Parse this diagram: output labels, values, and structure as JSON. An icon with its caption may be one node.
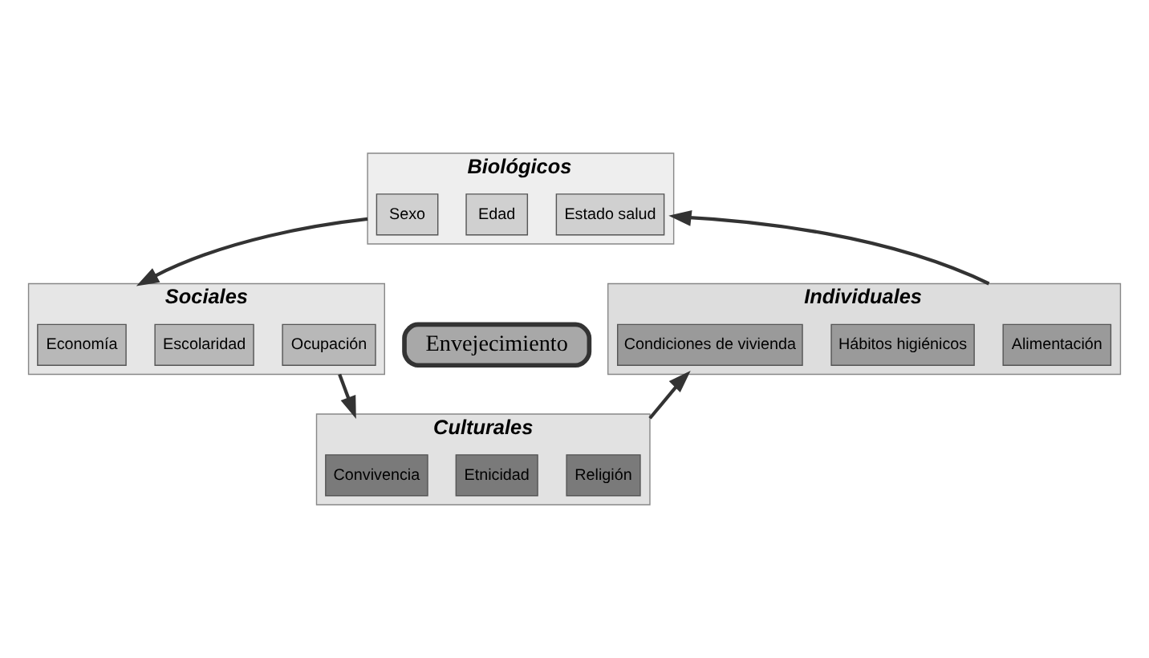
{
  "diagram": {
    "nodes": [
      {
        "text": [
          "Biológicos"
        ]
      },
      {
        "text": [
          "Sexo"
        ],
        "in": 0
      },
      {
        "text": [
          "Edad"
        ],
        "in": 0
      },
      {
        "text": [
          "Estado salud"
        ],
        "in": 0
      },
      {
        "text": [
          "Sociales"
        ]
      },
      {
        "text": [
          "Ocupación"
        ],
        "in": 4
      },
      {
        "text": [
          "Escolaridad"
        ],
        "in": 4
      },
      {
        "text": [
          "Economía"
        ],
        "in": 4
      },
      {
        "text": [
          "Individuales"
        ]
      },
      {
        "text": [
          "Alimentación"
        ],
        "in": 8
      },
      {
        "text": [
          "Hábitos higiénicos"
        ],
        "in": 8
      },
      {
        "text": [
          "Condiciones de vivienda"
        ],
        "in": 8
      },
      {
        "text": [
          "Envejecimiento"
        ]
      },
      {
        "text": [
          "Culturales"
        ]
      },
      {
        "text": [
          "Religión"
        ],
        "in": 13
      },
      {
        "text": [
          "Etnicidad"
        ],
        "in": 13
      },
      {
        "text": [
          "Convivencia"
        ],
        "in": 13
      }
    ],
    "edges": [
      {
        "from": 0,
        "to": 4,
        "arrow": "to"
      },
      {
        "from": 4,
        "to": 13,
        "arrow": "to"
      },
      {
        "from": 13,
        "to": 8,
        "arrow": "to"
      },
      {
        "from": 8,
        "to": 0,
        "arrow": "to"
      }
    ]
  }
}
